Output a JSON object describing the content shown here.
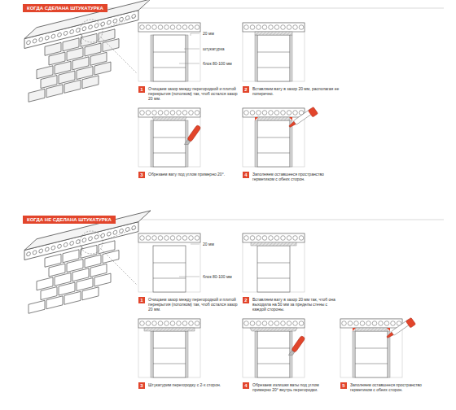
{
  "diagram": {
    "nodes": [
      {
        "text": [
          "КОГДА СДЕЛАНА ШТУКАТУРКА"
        ]
      },
      {
        "text": [
          "1",
          "Очищаем зазор между перегородкой и плитой перекрытия (потолком) так, чтоб остался зазор 20 мм."
        ]
      },
      {
        "text": [
          "2",
          "Вставляем вату в зазор 20 мм, располагая ее поперечно."
        ]
      },
      {
        "text": [
          "3",
          "Обрезаем вату под углом примерно 20°."
        ]
      },
      {
        "text": [
          "4",
          "Заполняем оставшееся пространство герметиком с обеих сторон."
        ]
      },
      {
        "text": [
          "КОГДА НЕ СДЕЛАНА ШТУКАТУРКА"
        ]
      },
      {
        "text": [
          "1",
          "Очищаем зазор между перегородкой и плитой перекрытия (потолком) так, чтоб остался зазор 20 мм."
        ]
      },
      {
        "text": [
          "2",
          "Вставляем вату в зазор 20 мм так, чтоб она выходила на 50 мм за пределы стены с каждой стороны."
        ]
      },
      {
        "text": [
          "3",
          "Штукатурим перегородку с 2-х сторон."
        ]
      },
      {
        "text": [
          "4",
          "Обрезаем излишки ваты под углом примерно 20° внутрь перегородки."
        ]
      },
      {
        "text": [
          "5",
          "Заполняем оставшееся пространство герметиком с обеих сторон."
        ]
      }
    ],
    "labels": [
      "20 мм",
      "штукатурка",
      "блок 80-100 мм",
      "20 мм",
      "блок 80-100 мм"
    ]
  }
}
